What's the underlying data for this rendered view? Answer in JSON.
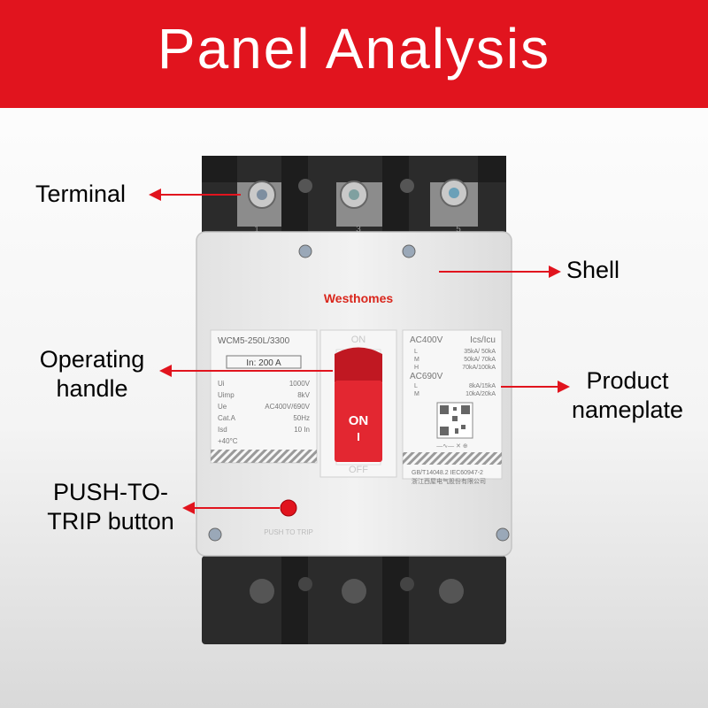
{
  "banner": {
    "title": "Panel Analysis"
  },
  "labels": {
    "terminal": "Terminal",
    "shell": "Shell",
    "operating_handle_1": "Operating",
    "operating_handle_2": "handle",
    "product_nameplate_1": "Product",
    "product_nameplate_2": "nameplate",
    "push_to_trip_1": "PUSH-TO-",
    "push_to_trip_2": "TRIP button"
  },
  "breaker": {
    "brand": "Westhomes",
    "model": "WCM5-250L/3300",
    "in_rating": "In: 200  A",
    "handle_top": "ON",
    "handle_on": "ON",
    "handle_i": "I",
    "handle_bottom": "OFF",
    "push_to_trip": "PUSH TO TRIP",
    "specs": [
      {
        "key": "Ui",
        "value": "1000V"
      },
      {
        "key": "Uimp",
        "value": "8kV"
      },
      {
        "key": "Ue",
        "value": "AC400V/690V"
      },
      {
        "key": "Cat.A",
        "value": "50Hz"
      },
      {
        "key": "Isd",
        "value": "10  In"
      },
      {
        "key": "+40°C",
        "value": ""
      }
    ],
    "nameplate": {
      "header_left": "AC400V",
      "header_right": "Ics/Icu",
      "rows_400": [
        {
          "k": "L",
          "v": "35kA/ 50kA"
        },
        {
          "k": "M",
          "v": "50kA/ 70kA"
        },
        {
          "k": "H",
          "v": "70kA/100kA"
        }
      ],
      "header_690": "AC690V",
      "rows_690": [
        {
          "k": "L",
          "v": "8kA/15kA"
        },
        {
          "k": "M",
          "v": "10kA/20kA"
        }
      ],
      "standards": "GB/T14048.2  IEC60947-2",
      "company": "浙江西屋电气股份有限公司"
    },
    "terminal_numbers": [
      "1",
      "3",
      "5"
    ]
  },
  "colors": {
    "accent": "#e1141e",
    "housing": "#2b2b2b",
    "shell": "#ececec"
  }
}
